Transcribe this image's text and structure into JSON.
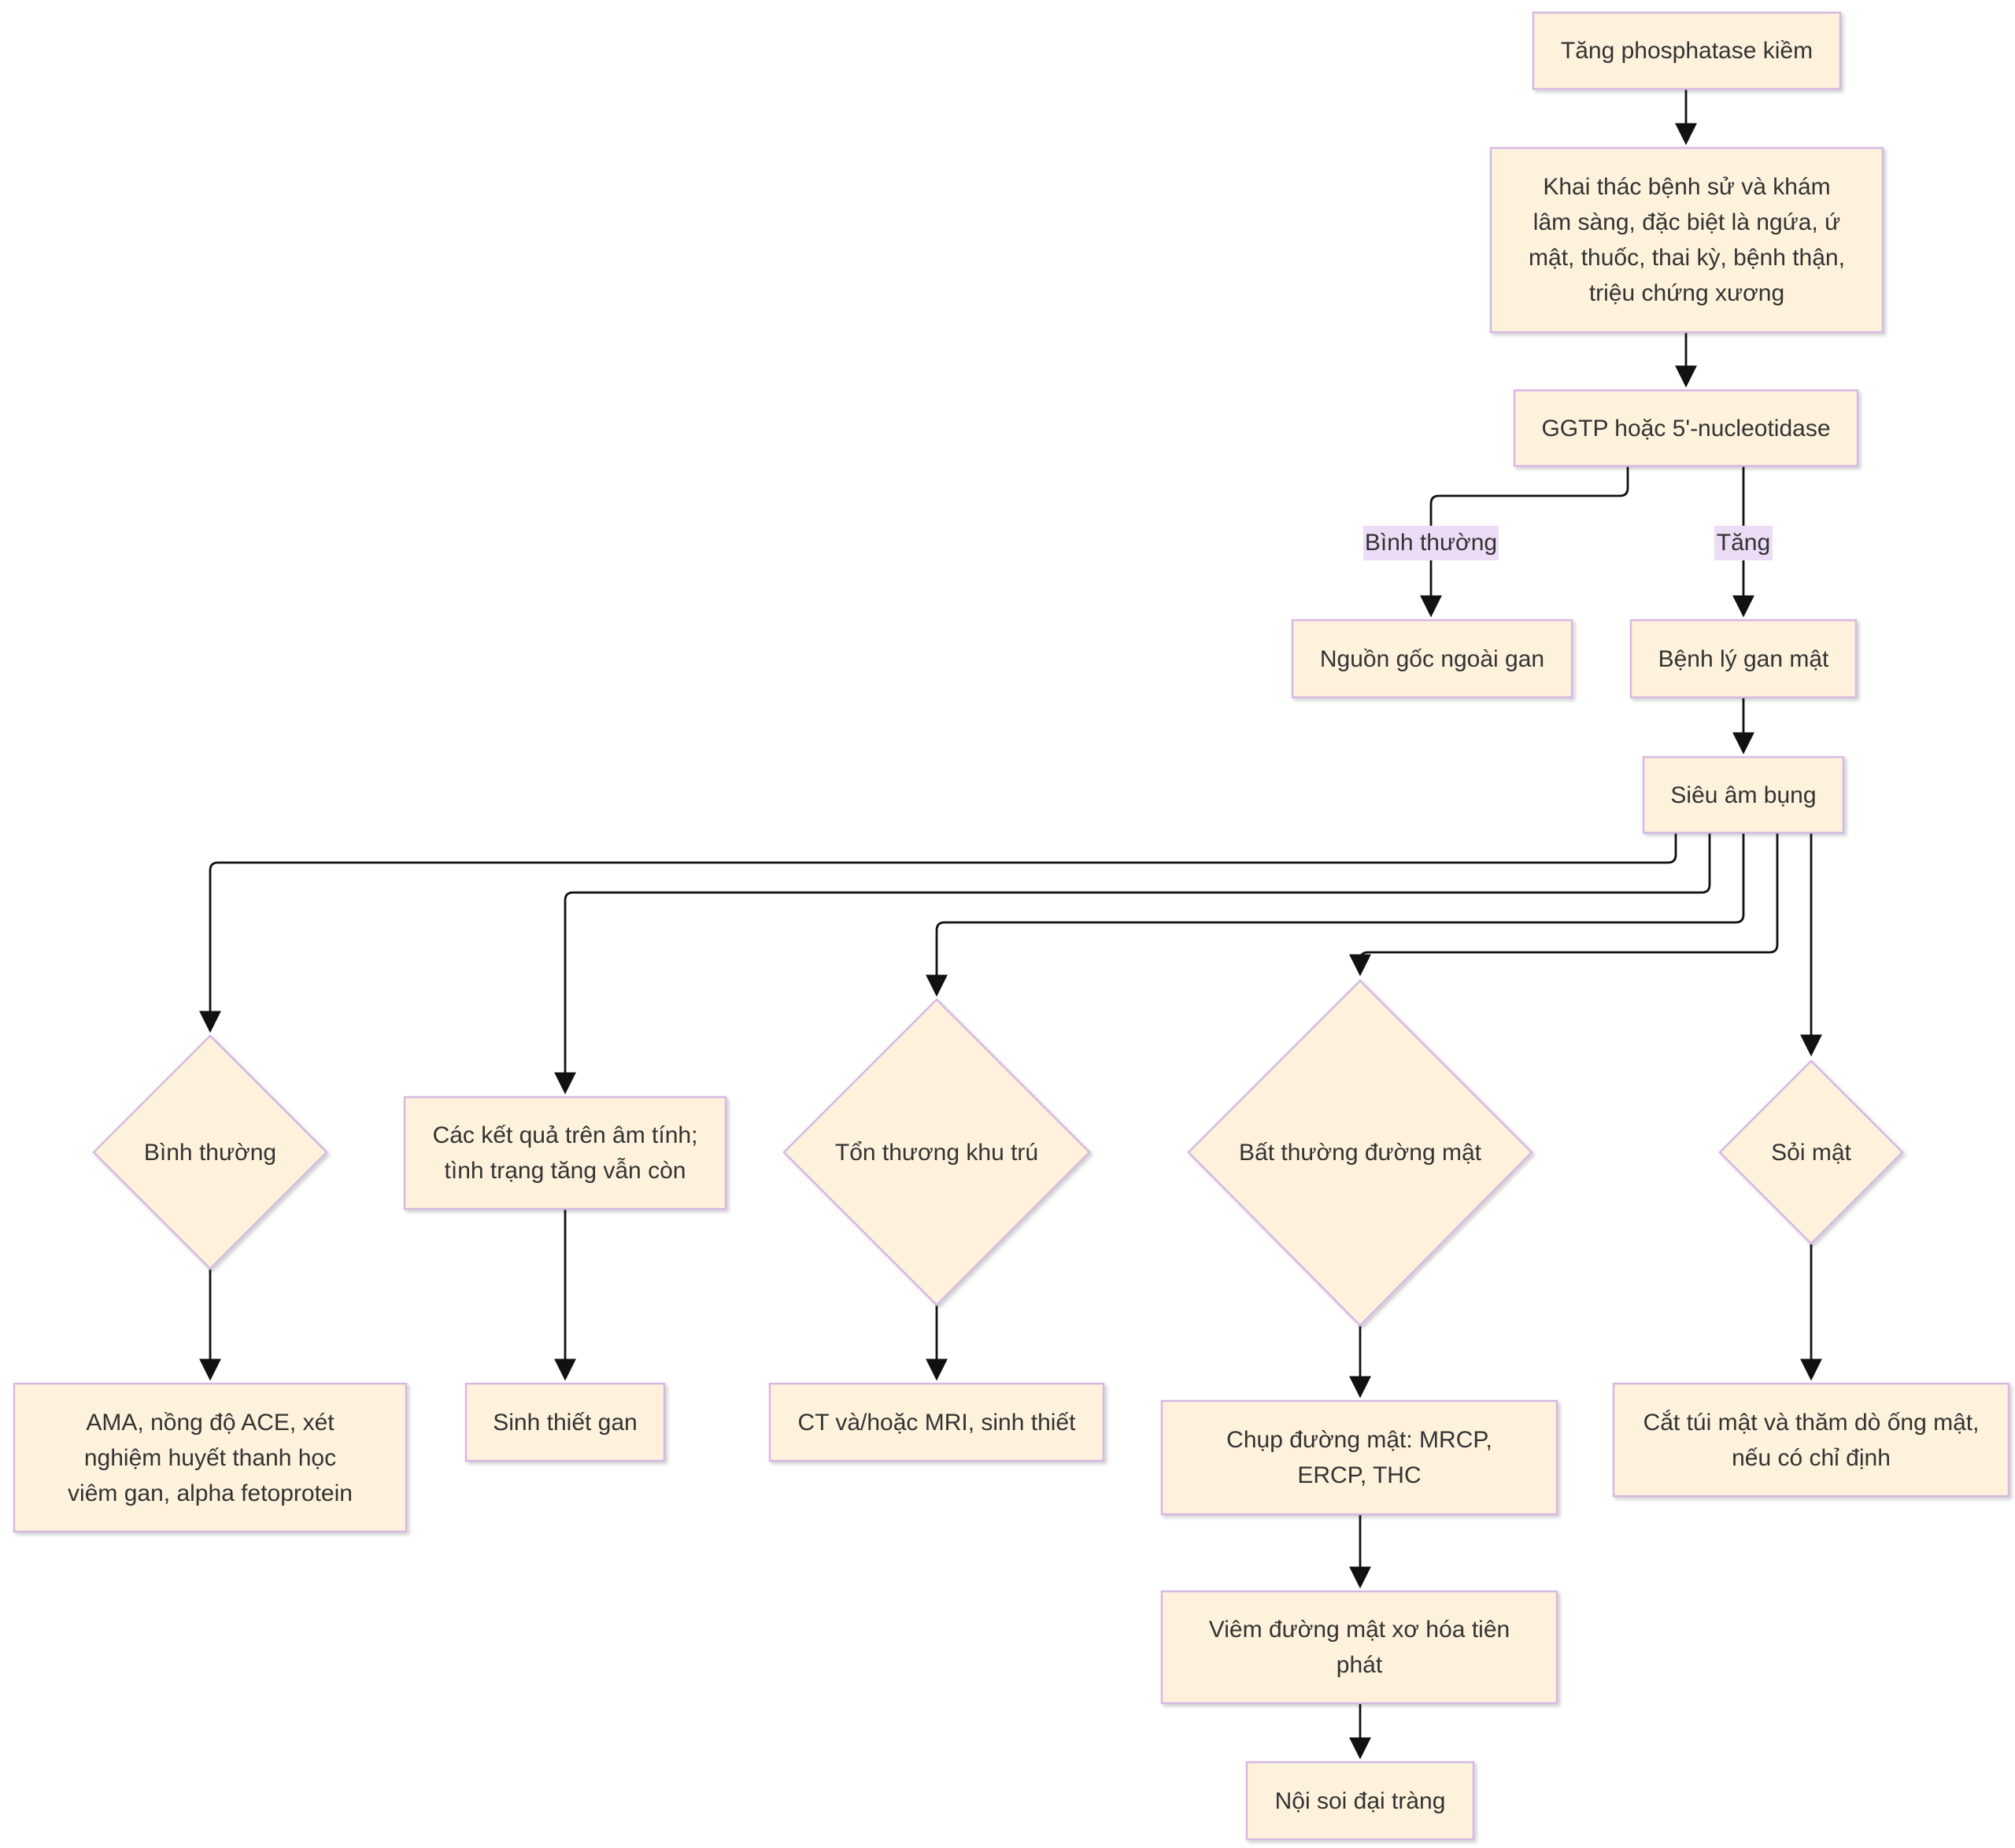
{
  "nodes": {
    "n1": "Tăng phosphatase kiềm",
    "n2": "Khai thác bệnh sử và khám\nlâm sàng, đặc biệt là ngứa, ứ\nmật, thuốc, thai kỳ, bệnh thận,\ntriệu chứng xương",
    "n3": "GGTP hoặc 5'-nucleotidase",
    "n4": "Nguồn gốc ngoài gan",
    "n5": "Bệnh lý gan mật",
    "n6": "Siêu âm bụng",
    "d1": "Bình thường",
    "n7": "Các kết quả trên âm tính;\ntình trạng tăng vẫn còn",
    "d2": "Tổn thương khu trú",
    "d3": "Bất thường đường mật",
    "d4": "Sỏi mật",
    "n8": "AMA, nồng độ ACE, xét\nnghiệm huyết thanh học\nviêm gan, alpha fetoprotein",
    "n9": "Sinh thiết gan",
    "n10": "CT và/hoặc MRI, sinh thiết",
    "n11": "Chụp đường mật: MRCP,\nERCP, THC",
    "n12": "Cắt túi mật và thăm dò ống mật,\nnếu có chỉ định",
    "n13": "Viêm đường mật xơ hóa tiên\nphát",
    "n14": "Nội soi đại tràng"
  },
  "edge_labels": {
    "normal": "Bình thường",
    "increased": "Tăng"
  },
  "colors": {
    "node_fill": "#fff2dc",
    "node_border": "#d6b8e3",
    "edge_label_bg": "#ecdcf5",
    "edge": "#111111",
    "text": "#333333"
  }
}
